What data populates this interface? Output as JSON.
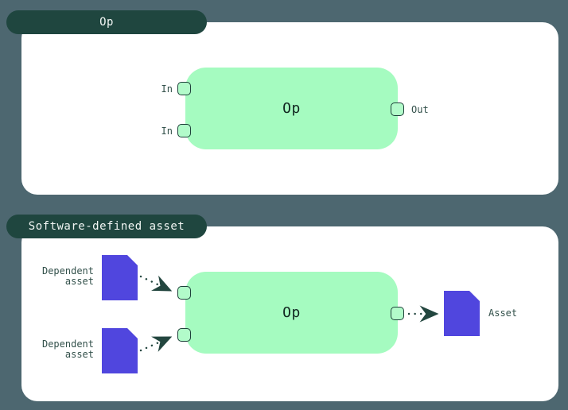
{
  "colors": {
    "background": "#4d6770",
    "panel": "#ffffff",
    "tab_background": "#1f463f",
    "tab_text": "#f2f6f4",
    "op_node_green": "#a5fbc0",
    "port_fill": "#b2fbca",
    "port_border": "#1d4039",
    "asset_purple": "#5046de",
    "label_text": "#33514b",
    "arrow": "#23463f"
  },
  "op_panel": {
    "tab": "Op",
    "node_label": "Op",
    "input_labels": [
      "In",
      "In"
    ],
    "output_label": "Out"
  },
  "sda_panel": {
    "tab": "Software-defined asset",
    "node_label": "Op",
    "dependent_assets": [
      {
        "line1": "Dependent",
        "line2": "asset"
      },
      {
        "line1": "Dependent",
        "line2": "asset"
      }
    ],
    "output_asset": "Asset"
  }
}
